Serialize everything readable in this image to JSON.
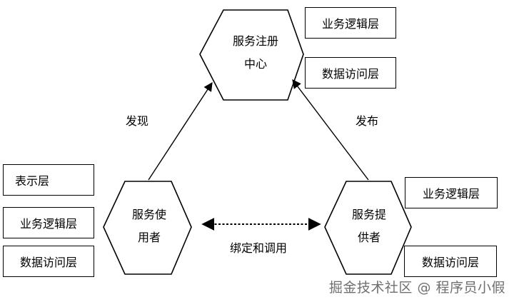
{
  "nodes": {
    "registry": "服务注册中心",
    "consumer": "服务使用者",
    "provider": "服务提供者"
  },
  "edges": {
    "discover": "发现",
    "publish": "发布",
    "bind": "绑定和调用"
  },
  "layers": {
    "registry_top": "业务逻辑层",
    "registry_bottom": "数据访问层",
    "consumer_presentation": "表示层",
    "consumer_business": "业务逻辑层",
    "consumer_data": "数据访问层",
    "provider_business": "业务逻辑层",
    "provider_data": "数据访问层"
  },
  "watermark": "掘金技术社区 @ 程序员小假"
}
